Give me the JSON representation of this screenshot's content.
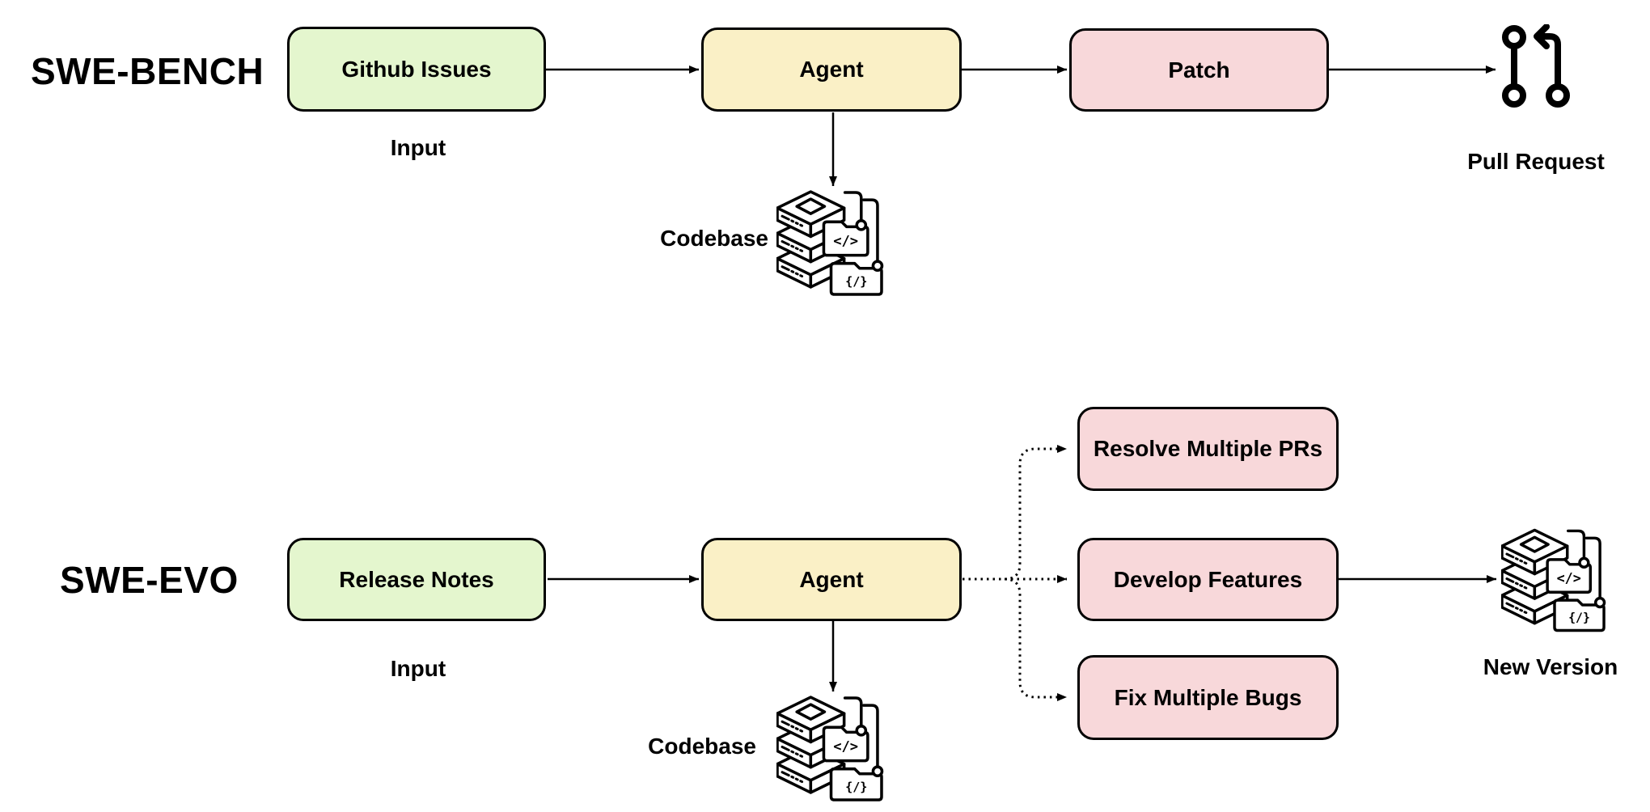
{
  "colors": {
    "input_fill": "#E4F6CE",
    "agent_fill": "#FAF0C6",
    "output_fill": "#F8D8DA",
    "stroke": "#000000",
    "background": "#FFFFFF"
  },
  "swe_bench": {
    "title": "SWE-BENCH",
    "input_node": "Github Issues",
    "agent_node": "Agent",
    "output_node": "Patch",
    "input_caption": "Input",
    "codebase_caption": "Codebase",
    "result_caption": "Pull Request"
  },
  "swe_evo": {
    "title": "SWE-EVO",
    "input_node": "Release Notes",
    "agent_node": "Agent",
    "task_nodes": [
      "Resolve Multiple PRs",
      "Develop Features",
      "Fix Multiple Bugs"
    ],
    "input_caption": "Input",
    "codebase_caption": "Codebase",
    "result_caption": "New Version"
  },
  "icons": {
    "code_glyph": "</>",
    "brace_glyph": "{/}"
  }
}
